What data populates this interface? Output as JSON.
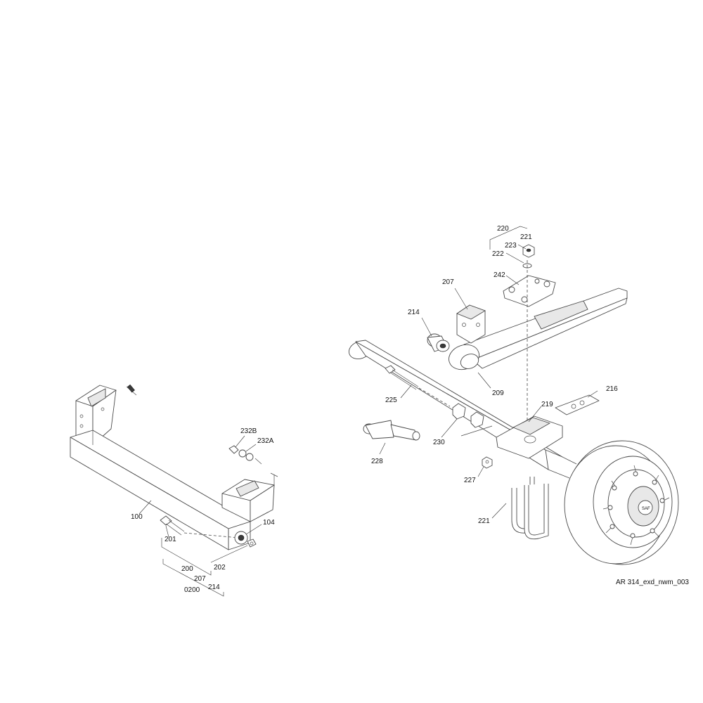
{
  "drawing_id": "AR 314_exd_nwm_003",
  "labels": {
    "l220": "220",
    "l221a": "221",
    "l223": "223",
    "l222": "222",
    "l242": "242",
    "l207a": "207",
    "l214a": "214",
    "l209": "209",
    "l225": "225",
    "l219": "219",
    "l216": "216",
    "l228": "228",
    "l230": "230",
    "l227": "227",
    "l221b": "221",
    "l232b": "232B",
    "l232a": "232A",
    "l100": "100",
    "l104": "104",
    "l201": "201",
    "l202": "202",
    "l200": "200",
    "l207b": "207",
    "l214b": "214",
    "l0200": "0200"
  },
  "hub_brand": "SAF"
}
